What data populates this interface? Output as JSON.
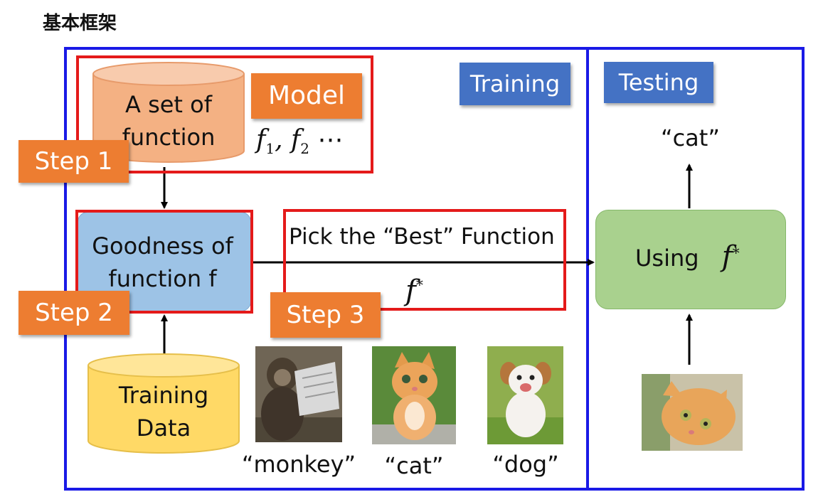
{
  "heading": "基本框架",
  "labels": {
    "training": "Training",
    "testing": "Testing",
    "model": "Model",
    "step1": "Step 1",
    "step2": "Step 2",
    "step3": "Step 3"
  },
  "function_set": {
    "line1": "A set of",
    "line2": "function"
  },
  "model_math": {
    "f": "f",
    "sub1": "1",
    "sep": ", ",
    "f2": "f",
    "sub2": "2",
    "dots": " ⋯"
  },
  "goodness": {
    "line1": "Goodness of",
    "line2": "function f"
  },
  "pick": {
    "text": "Pick the “Best” Function",
    "f": "f",
    "star": "*"
  },
  "training_data": {
    "line1": "Training",
    "line2": "Data"
  },
  "examples": [
    "“monkey”",
    "“cat”",
    "“dog”"
  ],
  "using": {
    "text": "Using",
    "f": "f",
    "star": "*"
  },
  "output": "“cat”",
  "colors": {
    "panel_border": "#1a1ae6",
    "step_border": "#e41a1a",
    "orange_label": "#ed7d31",
    "blue_label": "#4472c4",
    "cylinder_model": "#f4b183",
    "cylinder_data": "#ffd966",
    "goodness_box": "#9dc3e6",
    "using_box": "#a9d18e"
  },
  "icons": [
    "monkey-photo",
    "cat-photo",
    "dog-photo",
    "test-cat-photo",
    "arrow-down-icon",
    "arrow-up-icon",
    "arrow-right-icon"
  ]
}
